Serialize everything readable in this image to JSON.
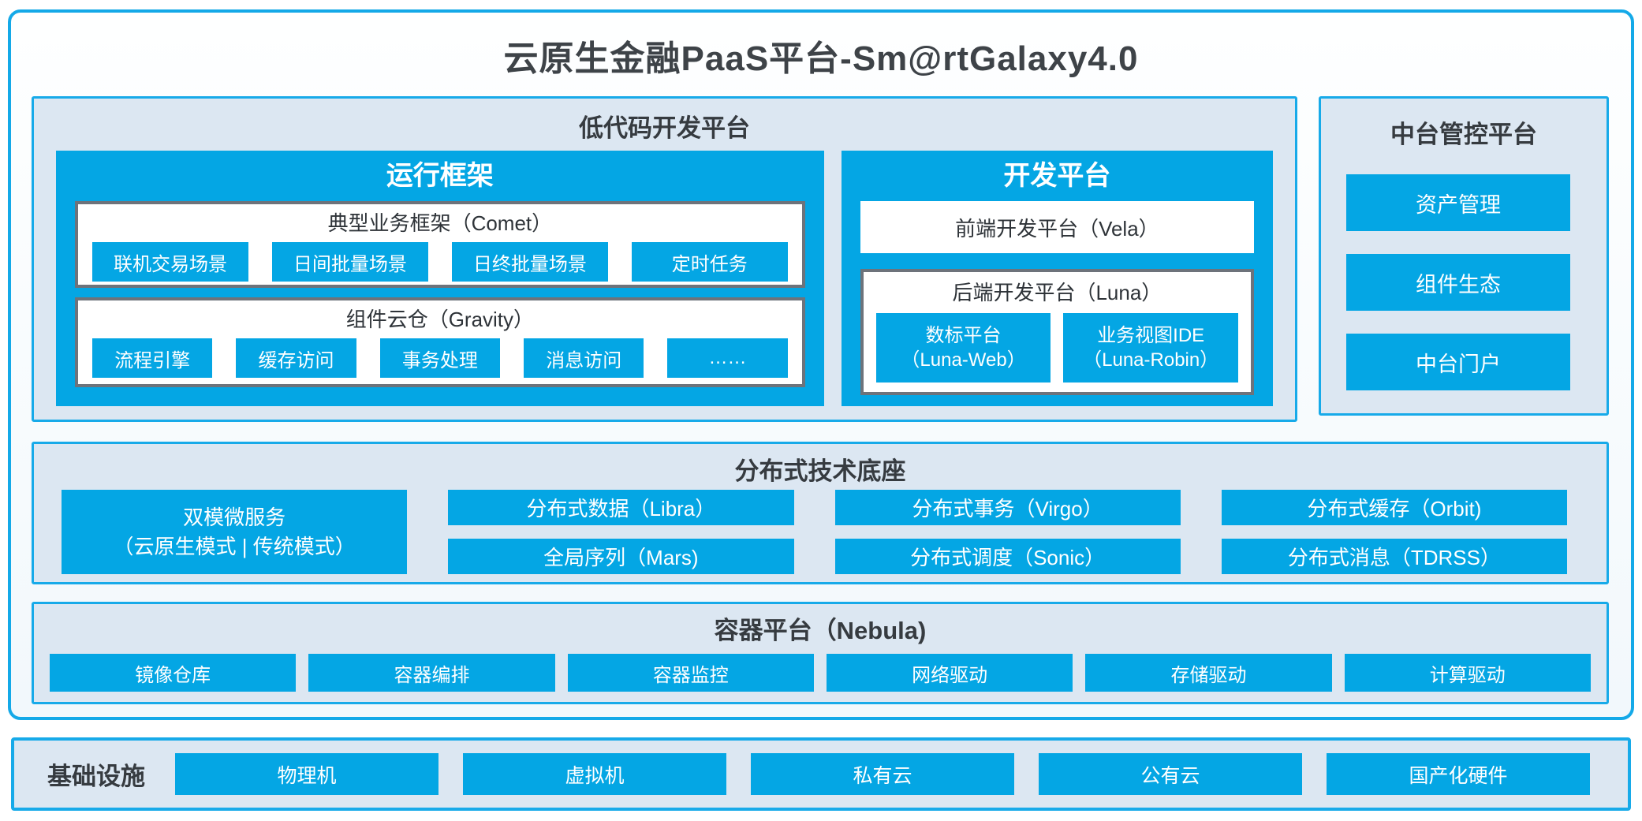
{
  "colors": {
    "accent_blue": "#04a6e4",
    "border_blue": "#17aae9",
    "panel_bg": "#dce7f2",
    "gray_box_border": "#6d737b",
    "dark_text": "#363b40"
  },
  "title": "云原生金融PaaS平台-Sm@rtGalaxy4.0",
  "low_code": {
    "title": "低代码开发平台",
    "runtime": {
      "title": "运行框架",
      "comet": {
        "title": "典型业务框架（Comet）",
        "items": [
          "联机交易场景",
          "日间批量场景",
          "日终批量场景",
          "定时任务"
        ]
      },
      "gravity": {
        "title": "组件云仓（Gravity）",
        "items": [
          "流程引擎",
          "缓存访问",
          "事务处理",
          "消息访问",
          "……"
        ]
      }
    },
    "dev": {
      "title": "开发平台",
      "vela": "前端开发平台（Vela）",
      "luna": {
        "title": "后端开发平台（Luna）",
        "items": [
          {
            "line1": "数标平台",
            "line2": "（Luna-Web）"
          },
          {
            "line1": "业务视图IDE",
            "line2": "（Luna-Robin）"
          }
        ]
      }
    }
  },
  "mid_platform": {
    "title": "中台管控平台",
    "items": [
      "资产管理",
      "组件生态",
      "中台门户"
    ]
  },
  "distributed": {
    "title": "分布式技术底座",
    "dual_mode": {
      "line1": "双模微服务",
      "line2": "（云原生模式 | 传统模式）"
    },
    "row1": [
      "分布式数据（Libra）",
      "分布式事务（Virgo）",
      "分布式缓存（Orbit)"
    ],
    "row2": [
      "全局序列（Mars)",
      "分布式调度（Sonic）",
      "分布式消息（TDRSS）"
    ]
  },
  "container_platform": {
    "title": "容器平台（Nebula)",
    "items": [
      "镜像仓库",
      "容器编排",
      "容器监控",
      "网络驱动",
      "存储驱动",
      "计算驱动"
    ]
  },
  "infrastructure": {
    "title": "基础设施",
    "items": [
      "物理机",
      "虚拟机",
      "私有云",
      "公有云",
      "国产化硬件"
    ]
  }
}
